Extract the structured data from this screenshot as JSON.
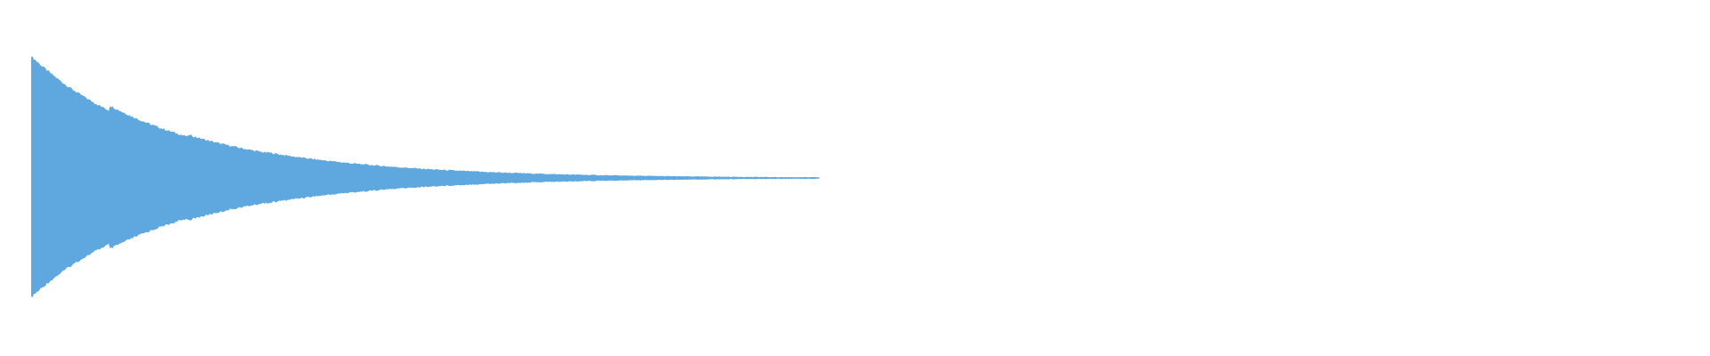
{
  "waveform": {
    "fill_color": "#5fa8df",
    "background_color": "#ffffff",
    "envelope": {
      "onset_fraction": 0.0,
      "decay_end_fraction": 0.47,
      "peak_amplitude": 1.0,
      "ripple_count": 8
    }
  }
}
